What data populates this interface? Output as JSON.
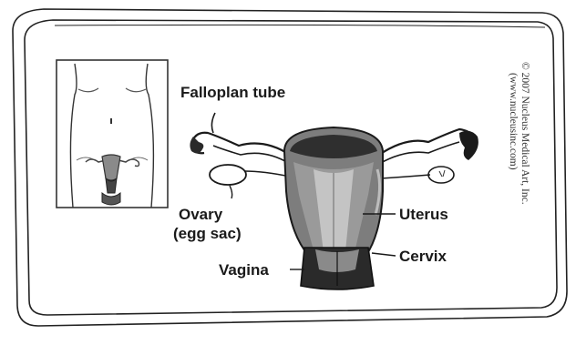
{
  "labels": {
    "fallopian_tube": "Falloplan tube",
    "ovary_line1": "Ovary",
    "ovary_line2": "(egg sac)",
    "uterus": "Uterus",
    "cervix": "Cervix",
    "vagina": "Vagina"
  },
  "copyright": {
    "line1": "© 2007 Nucleus Medical Art, Inc.",
    "line2": "(www.nucleusinc.com)"
  },
  "colors": {
    "outline": "#1a1a1a",
    "uterus_dark": "#2f2f2f",
    "uterus_mid": "#7d7d7d",
    "uterus_light": "#bdbdbd",
    "background": "#ffffff"
  }
}
